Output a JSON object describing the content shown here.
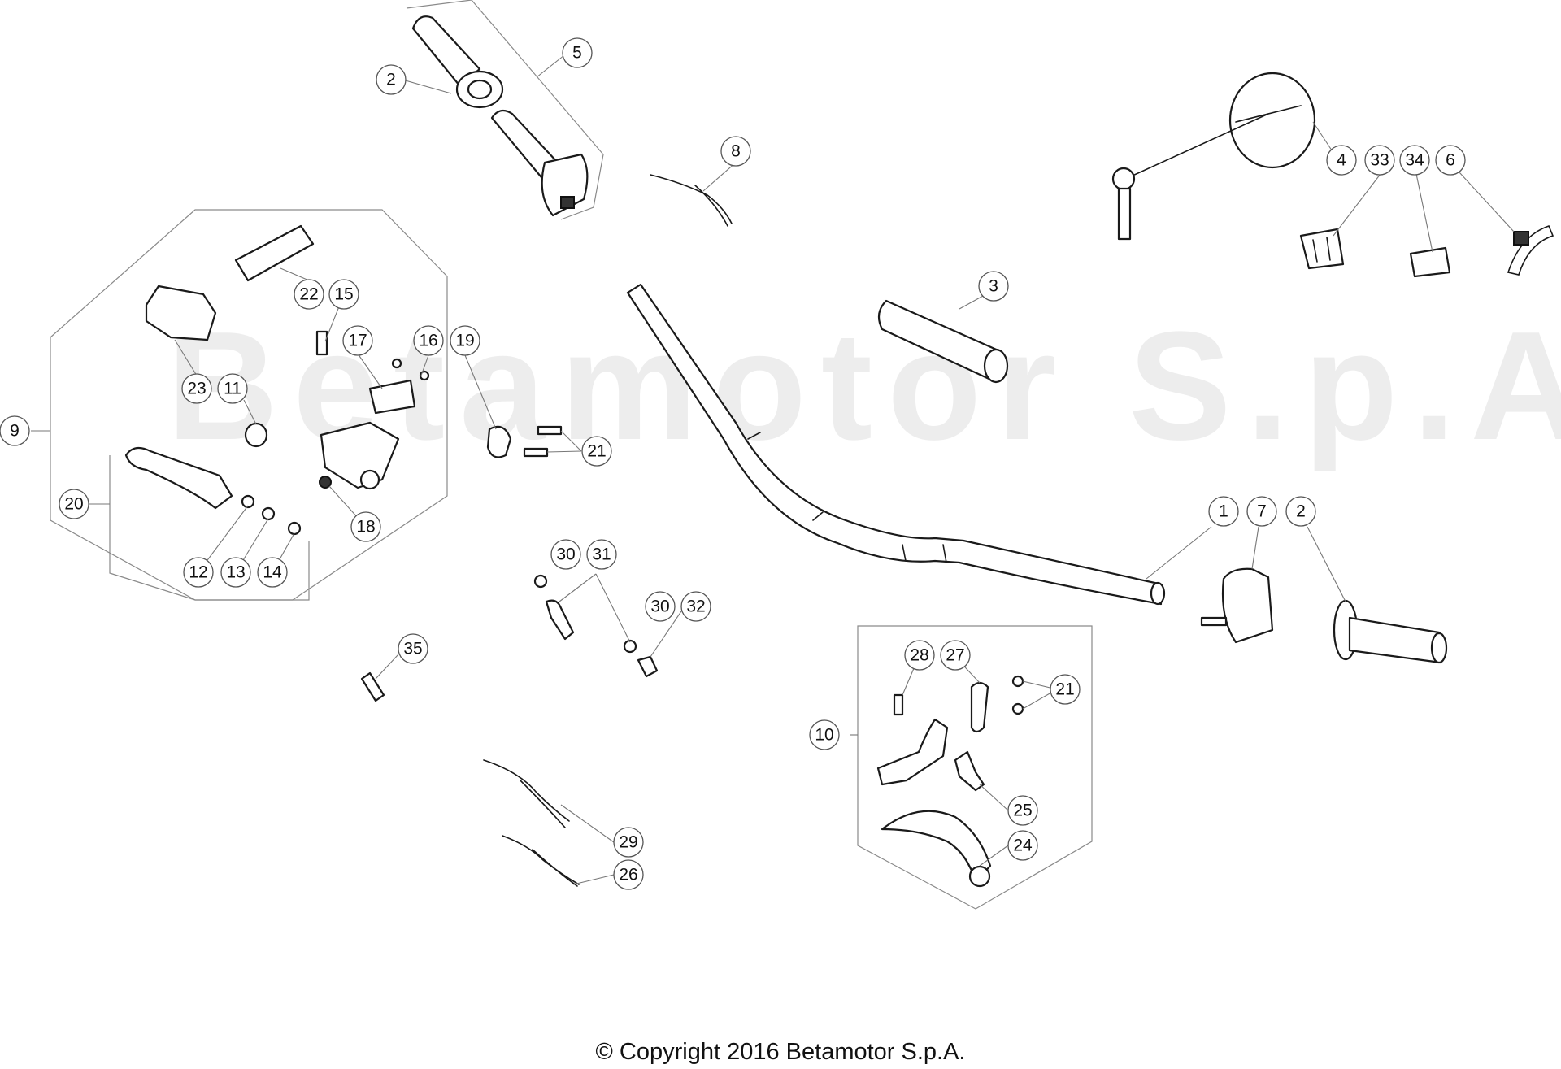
{
  "watermark": {
    "text": "Betamotor S.p.A."
  },
  "callouts": [
    {
      "label": "1"
    },
    {
      "label": "2"
    },
    {
      "label": "2"
    },
    {
      "label": "3"
    },
    {
      "label": "4"
    },
    {
      "label": "5"
    },
    {
      "label": "6"
    },
    {
      "label": "7"
    },
    {
      "label": "8"
    },
    {
      "label": "9"
    },
    {
      "label": "10"
    },
    {
      "label": "11"
    },
    {
      "label": "12"
    },
    {
      "label": "13"
    },
    {
      "label": "14"
    },
    {
      "label": "15"
    },
    {
      "label": "16"
    },
    {
      "label": "17"
    },
    {
      "label": "18"
    },
    {
      "label": "19"
    },
    {
      "label": "20"
    },
    {
      "label": "21"
    },
    {
      "label": "21"
    },
    {
      "label": "22"
    },
    {
      "label": "23"
    },
    {
      "label": "24"
    },
    {
      "label": "25"
    },
    {
      "label": "26"
    },
    {
      "label": "27"
    },
    {
      "label": "28"
    },
    {
      "label": "29"
    },
    {
      "label": "30"
    },
    {
      "label": "30"
    },
    {
      "label": "31"
    },
    {
      "label": "32"
    },
    {
      "label": "33"
    },
    {
      "label": "34"
    },
    {
      "label": "35"
    }
  ],
  "footer": {
    "copyright": "© Copyright 2016 Betamotor S.p.A."
  }
}
